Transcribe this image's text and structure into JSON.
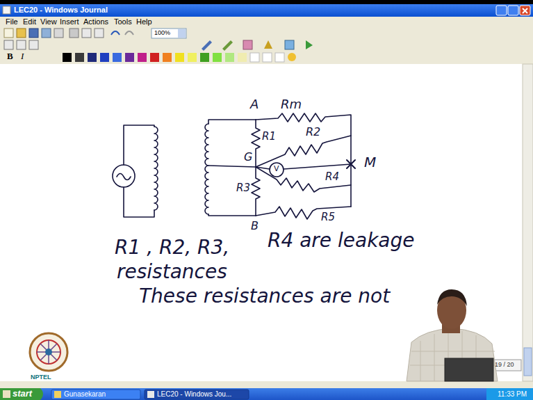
{
  "diagram": {
    "title": "LEC20 - Windows Journal",
    "labels": [
      "File",
      "Edit",
      "View",
      "Insert",
      "Actions",
      "Tools",
      "Help",
      "100%",
      "B",
      "I",
      "A",
      "Rm",
      "R1",
      "R2",
      "V",
      "G",
      "M",
      "R4",
      "R3",
      "B",
      "R5",
      "R1 , R2, R3,",
      "R4 are leakage",
      "resistances",
      "These resistances are not",
      "NPTEL",
      "start",
      "Gunasekaran",
      "LEC20 - Windows Jou...",
      "19 / 20",
      "11:33 PM"
    ]
  }
}
